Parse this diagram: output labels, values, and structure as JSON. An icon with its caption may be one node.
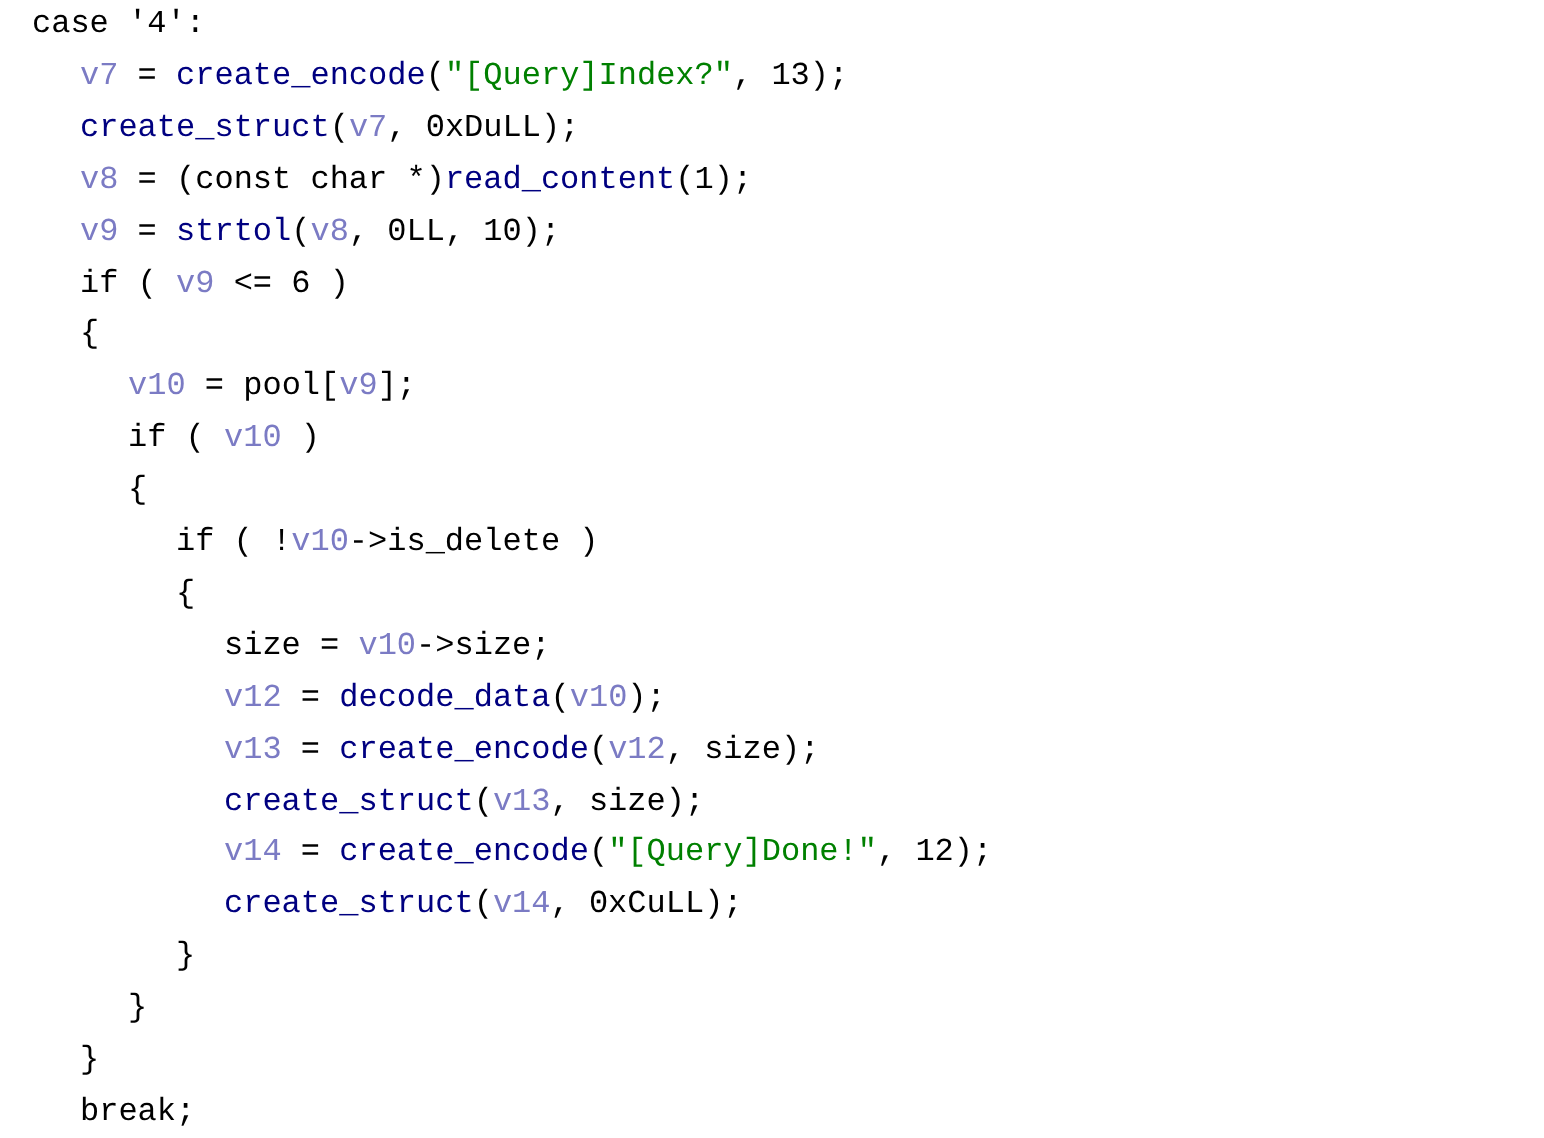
{
  "diagram": {
    "labels": [
      "case '4':",
      "v7 = create_encode(\"[Query]Index?\", 13);",
      "create_struct(v7, 0xDuLL);",
      "v8 = (const char *)read_content(1);",
      "v9 = strtol(v8, 0LL, 10);",
      "if ( v9 <= 6 )",
      "{",
      "v10 = pool[v9];",
      "if ( v10 )",
      "{",
      "if ( !v10->is_delete )",
      "{",
      "size = v10->size;",
      "v12 = decode_data(v10);",
      "v13 = create_encode(v12, size);",
      "create_struct(v13, size);",
      "v14 = create_encode(\"[Query]Done!\", 12);",
      "create_struct(v14, 0xCuLL);",
      "}",
      "}",
      "}",
      "break;"
    ]
  }
}
